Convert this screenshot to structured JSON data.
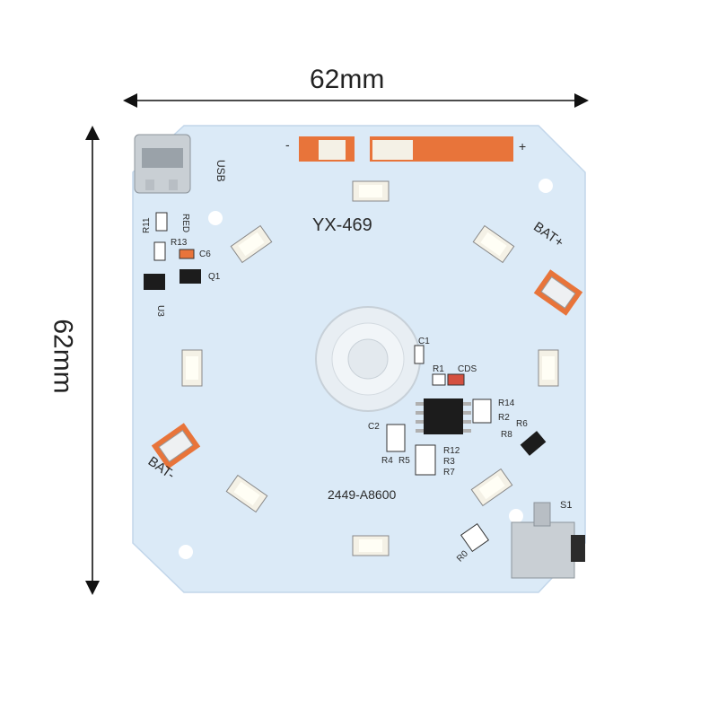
{
  "dimensions": {
    "width_label": "62mm",
    "height_label": "62mm"
  },
  "board": {
    "model": "YX-469",
    "batch": "2449-A8600",
    "labels": {
      "usb": "USB",
      "red": "RED",
      "bat_plus": "BAT+",
      "bat_minus": "BAT-",
      "minus": "-",
      "plus": "+",
      "r11": "R11",
      "r13": "R13",
      "c6": "C6",
      "q1": "Q1",
      "u3": "U3",
      "c1": "C1",
      "r1": "R1",
      "cds": "CDS",
      "r14": "R14",
      "r2": "R2",
      "c2": "C2",
      "r8": "R8",
      "r6": "R6",
      "r12": "R12",
      "r3": "R3",
      "r7": "R7",
      "r4": "R4",
      "r5": "R5",
      "r0": "R0",
      "s1": "S1"
    }
  },
  "colors": {
    "pcb": "#dbeaf7",
    "silk": "#2a2a2a",
    "copper": "#e8743a",
    "led": "#f4f1e6"
  }
}
